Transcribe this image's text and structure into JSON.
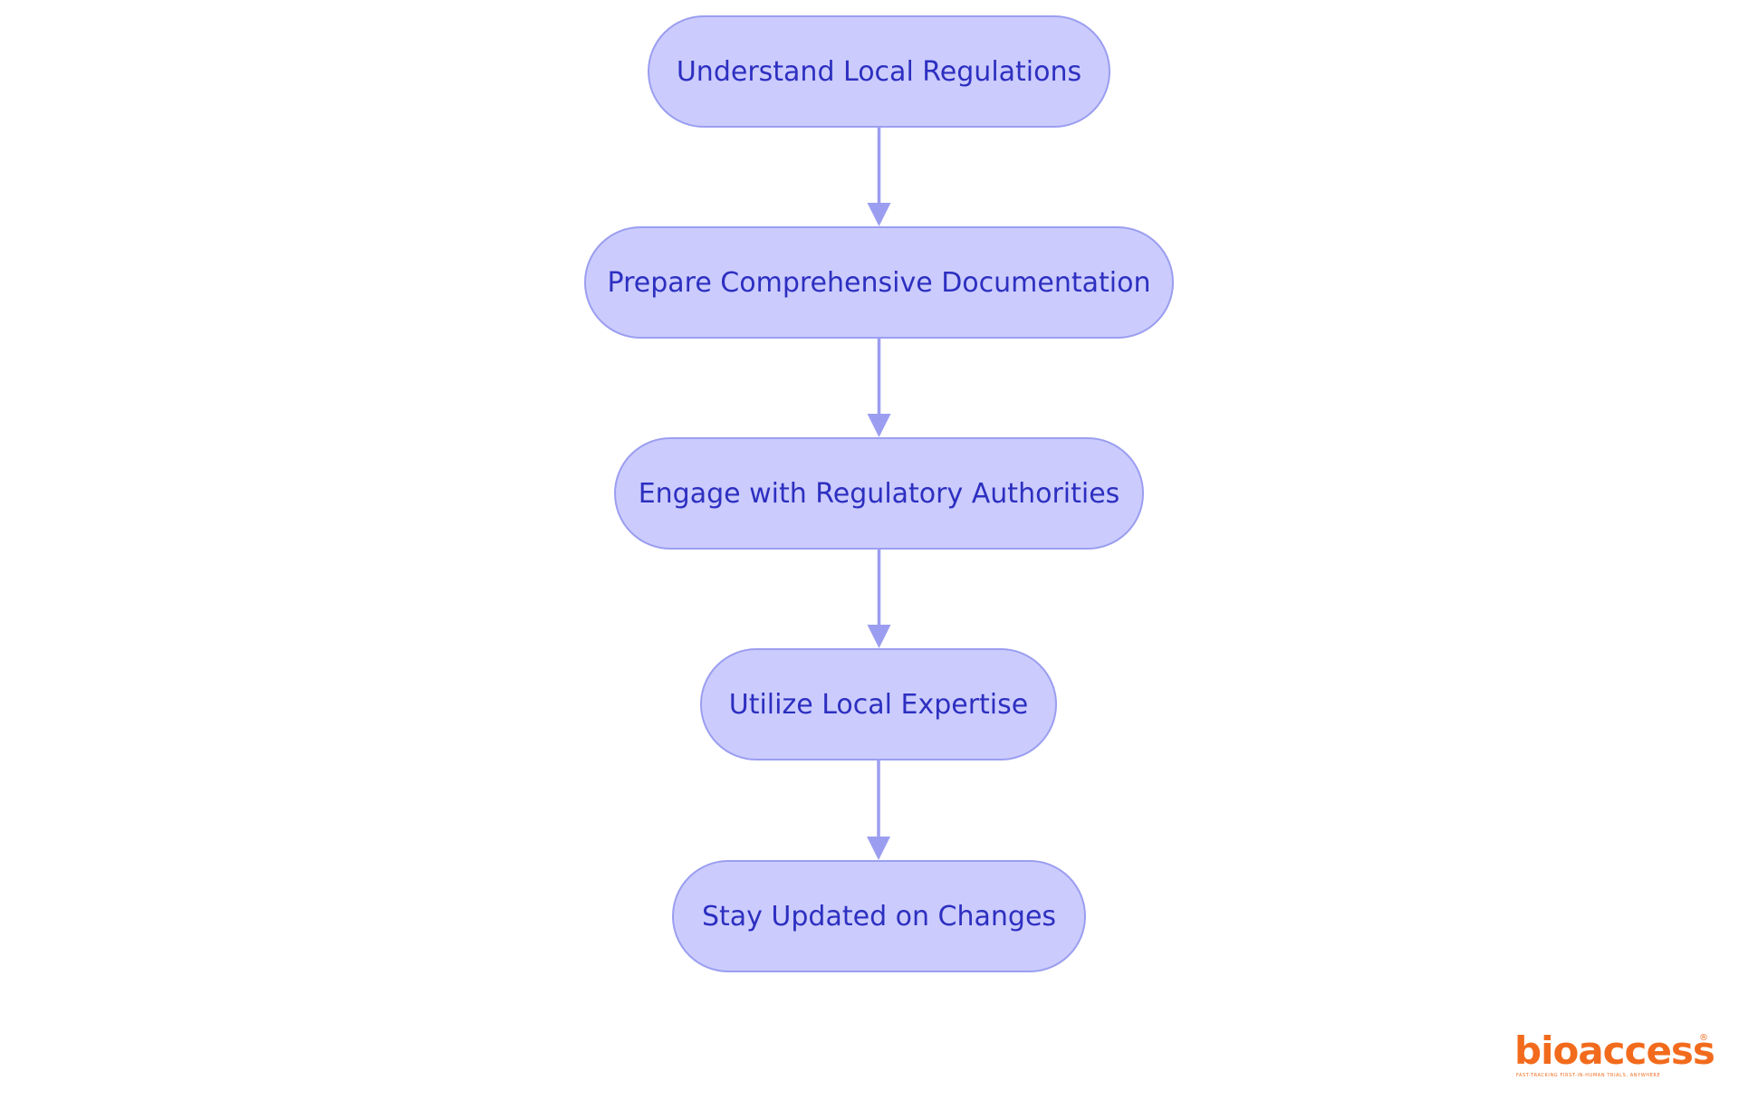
{
  "diagram": {
    "nodes": [
      {
        "id": "n1",
        "label": "Understand Local Regulations"
      },
      {
        "id": "n2",
        "label": "Prepare Comprehensive Documentation"
      },
      {
        "id": "n3",
        "label": "Engage with Regulatory Authorities"
      },
      {
        "id": "n4",
        "label": "Utilize Local Expertise"
      },
      {
        "id": "n5",
        "label": "Stay Updated on Changes"
      }
    ],
    "edges": [
      {
        "from": "n1",
        "to": "n2"
      },
      {
        "from": "n2",
        "to": "n3"
      },
      {
        "from": "n3",
        "to": "n4"
      },
      {
        "from": "n4",
        "to": "n5"
      }
    ],
    "colors": {
      "node_fill": "#cbccfd",
      "node_border": "#9b9ef0",
      "node_text": "#2d2fc0",
      "edge": "#9b9ef0"
    }
  },
  "logo": {
    "wordmark": "bioaccess",
    "registered_mark": "®",
    "tagline": "FAST-TRACKING FIRST-IN-HUMAN TRIALS, ANYWHERE",
    "color": "#f26b1d"
  }
}
